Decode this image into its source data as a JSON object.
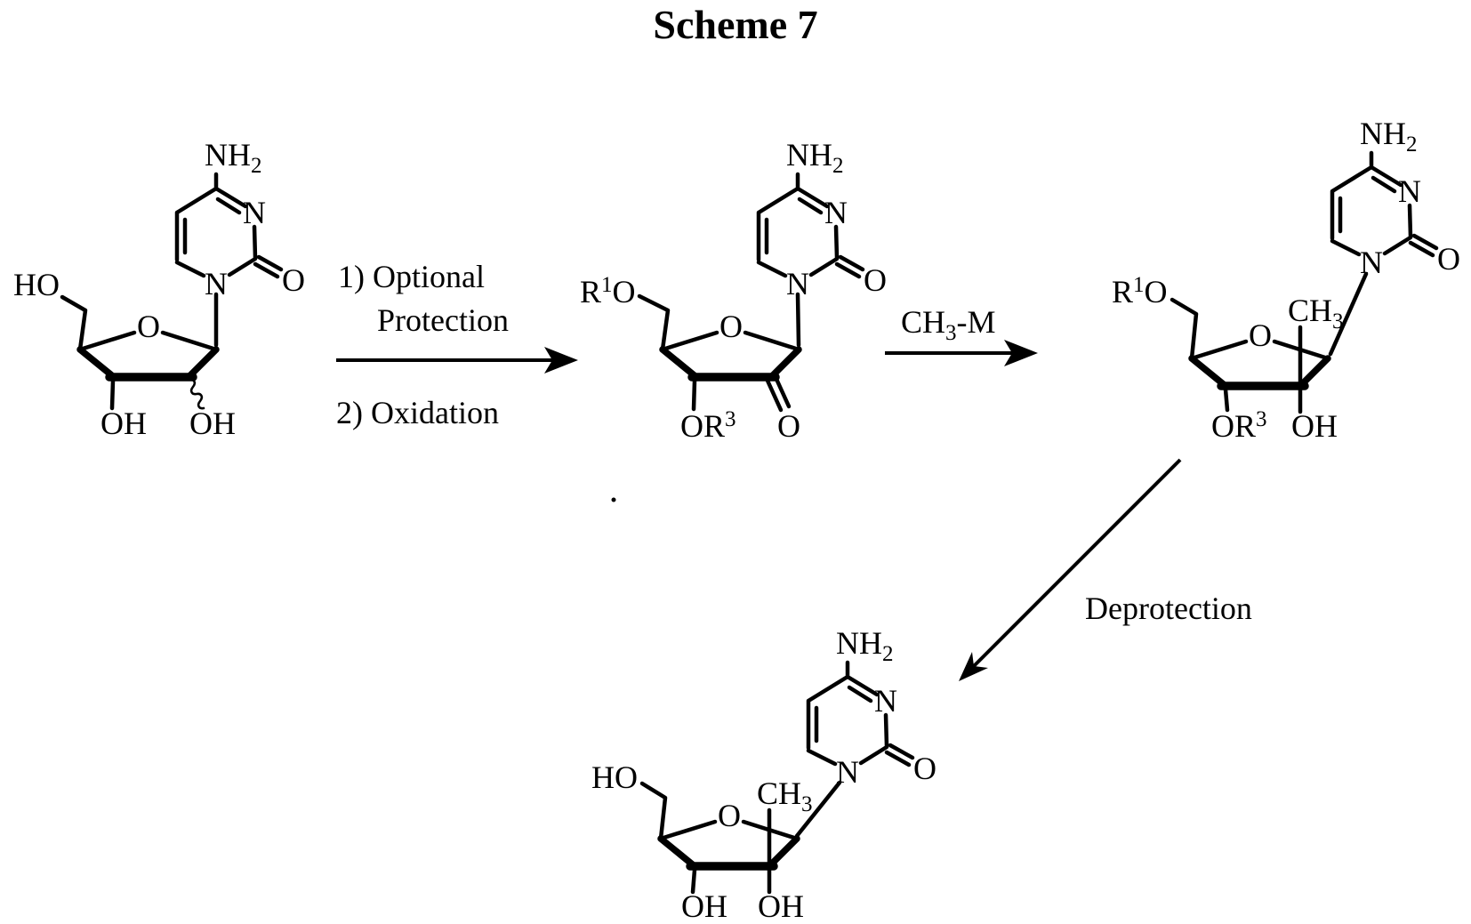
{
  "title": "Scheme 7",
  "ink_color": "#000000",
  "background_color": "#ffffff",
  "arrows": {
    "step1": {
      "line1": "1) Optional",
      "line2": "Protection",
      "line3": "2) Oxidation"
    },
    "step2": {
      "reagent_main": "CH",
      "reagent_sub": "3",
      "reagent_tail": "-M"
    },
    "step3": {
      "label": "Deprotection"
    }
  },
  "structures": {
    "s1": {
      "base": {
        "amino_main": "NH",
        "amino_sub": "2",
        "n3": "N",
        "n1": "N",
        "carbonyl_o": "O"
      },
      "sugar": {
        "ring_o": "O"
      },
      "subst": {
        "c5_ho": "HO",
        "c3_oh": "OH",
        "c2_oh": "OH"
      }
    },
    "s2": {
      "base": {
        "amino_main": "NH",
        "amino_sub": "2",
        "n3": "N",
        "n1": "N",
        "carbonyl_o": "O"
      },
      "sugar": {
        "ring_o": "O"
      },
      "subst": {
        "c5_r": "R",
        "c5_r_sup": "1",
        "c5_o": "O",
        "c3_or": "OR",
        "c3_or_sup": "3",
        "c2_keto_o": "O"
      }
    },
    "s3": {
      "base": {
        "amino_main": "NH",
        "amino_sub": "2",
        "n3": "N",
        "n1": "N",
        "carbonyl_o": "O"
      },
      "sugar": {
        "ring_o": "O"
      },
      "subst": {
        "c5_r": "R",
        "c5_r_sup": "1",
        "c5_o": "O",
        "c3_or": "OR",
        "c3_or_sup": "3",
        "c2_me": "CH",
        "c2_me_sub": "3",
        "c2_oh": "OH"
      }
    },
    "s4": {
      "base": {
        "amino_main": "NH",
        "amino_sub": "2",
        "n3": "N",
        "n1": "N",
        "carbonyl_o": "O"
      },
      "sugar": {
        "ring_o": "O"
      },
      "subst": {
        "c5_ho": "HO",
        "c3_oh": "OH",
        "c2_me": "CH",
        "c2_me_sub": "3",
        "c2_oh": "OH"
      }
    }
  }
}
